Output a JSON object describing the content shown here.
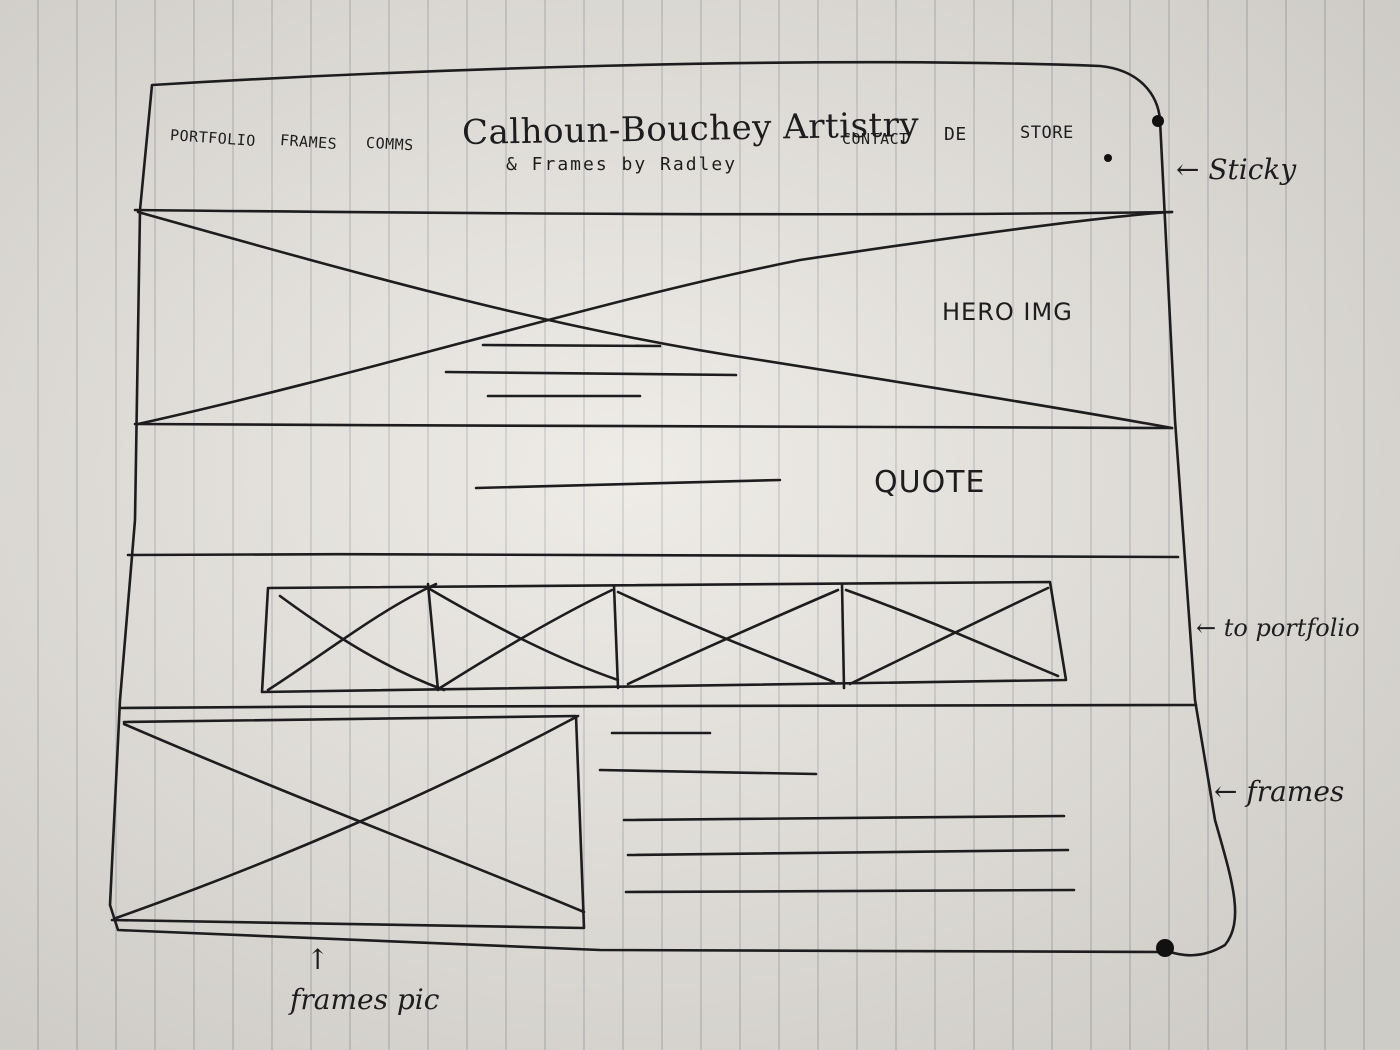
{
  "header": {
    "nav_left": [
      "Portfolio",
      "Frames",
      "Comms"
    ],
    "title": "Calhoun-Bouchey Artistry",
    "subtitle": "& Frames by Radley",
    "nav_right": [
      "Contact",
      "DE",
      "Store"
    ]
  },
  "labels": {
    "hero": "HERO IMG",
    "quote": "QUOTE"
  },
  "annotations": {
    "sticky": "← Sticky",
    "to_portfolio": "← to portfolio",
    "frames": "← frames",
    "frames_pic_arrow": "↑",
    "frames_pic": "frames pic"
  },
  "colors": {
    "ink": "#1d1d1f",
    "paper": "#ebe8e2",
    "rule_lines": "#969ba5"
  }
}
